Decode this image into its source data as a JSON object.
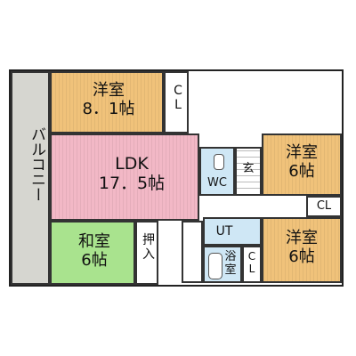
{
  "floorplan": {
    "balcony": {
      "label": "バルコニー",
      "color": "#d6d6d0"
    },
    "western_room_top": {
      "label": "洋室\n8．1帖",
      "color": "#f0c27a"
    },
    "closet_top": {
      "label": "C\nL"
    },
    "ldk": {
      "label": "LDK\n17．5帖",
      "color": "#f2b8c6"
    },
    "japanese_room": {
      "label": "和室\n6帖",
      "color": "#a9e38e"
    },
    "oshiire": {
      "label": "押\n入"
    },
    "wc": {
      "label": "WC"
    },
    "stairs": {
      "label": "玄"
    },
    "western_room_right_top": {
      "label": "洋室\n6帖",
      "color": "#f0c27a"
    },
    "closet_right": {
      "label": "CL"
    },
    "ut": {
      "label": "UT"
    },
    "bath": {
      "label": "浴\n室"
    },
    "closet_bottom": {
      "label": "C\nL"
    },
    "western_room_right_bottom": {
      "label": "洋室\n6帖",
      "color": "#f0c27a"
    },
    "wet_area_color": "#cfe7f5"
  }
}
